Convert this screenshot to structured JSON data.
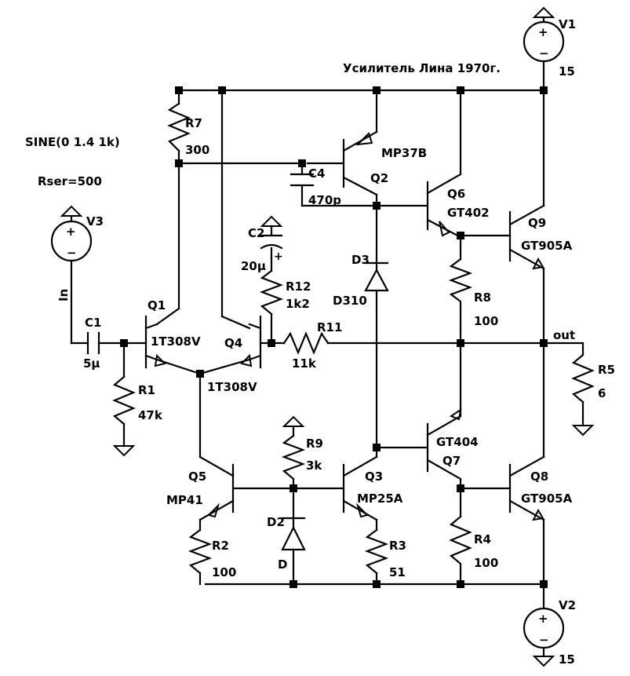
{
  "title": "Усилитель Лина 1970г.",
  "source_params": {
    "sine": "SINE(0 1.4 1k)",
    "rser": "Rser=500"
  },
  "sources": {
    "V1": {
      "name": "V1",
      "value": "15"
    },
    "V2": {
      "name": "V2",
      "value": "15"
    },
    "V3": {
      "name": "V3",
      "net": "In"
    }
  },
  "resistors": {
    "R1": {
      "name": "R1",
      "value": "47k"
    },
    "R2": {
      "name": "R2",
      "value": "100"
    },
    "R3": {
      "name": "R3",
      "value": "51"
    },
    "R4": {
      "name": "R4",
      "value": "100"
    },
    "R5": {
      "name": "R5",
      "value": "6"
    },
    "R7": {
      "name": "R7",
      "value": "300"
    },
    "R8": {
      "name": "R8",
      "value": "100"
    },
    "R9": {
      "name": "R9",
      "value": "3k"
    },
    "R11": {
      "name": "R11",
      "value": "11k"
    },
    "R12": {
      "name": "R12",
      "value": "1k2"
    }
  },
  "capacitors": {
    "C1": {
      "name": "C1",
      "value": "5μ"
    },
    "C2": {
      "name": "C2",
      "value": "20μ"
    },
    "C4": {
      "name": "C4",
      "value": "470p"
    }
  },
  "diodes": {
    "D2": {
      "name": "D2",
      "value": "D"
    },
    "D3": {
      "name": "D3",
      "value": "D310"
    }
  },
  "transistors": {
    "Q1": {
      "name": "Q1",
      "model": "1T308V"
    },
    "Q2": {
      "name": "Q2",
      "model": "MP37B"
    },
    "Q3": {
      "name": "Q3",
      "model": "MP25A"
    },
    "Q4": {
      "name": "Q4",
      "model": "1T308V"
    },
    "Q5": {
      "name": "Q5",
      "model": "MP41"
    },
    "Q6": {
      "name": "Q6",
      "model": "GT402"
    },
    "Q7": {
      "name": "Q7",
      "model": "GT404"
    },
    "Q8": {
      "name": "Q8",
      "model": "GT905A"
    },
    "Q9": {
      "name": "Q9",
      "model": "GT905A"
    }
  },
  "nets": {
    "out": "out"
  },
  "polarity": {
    "plus": "+",
    "minus": "−",
    "cap_plus": "+"
  }
}
